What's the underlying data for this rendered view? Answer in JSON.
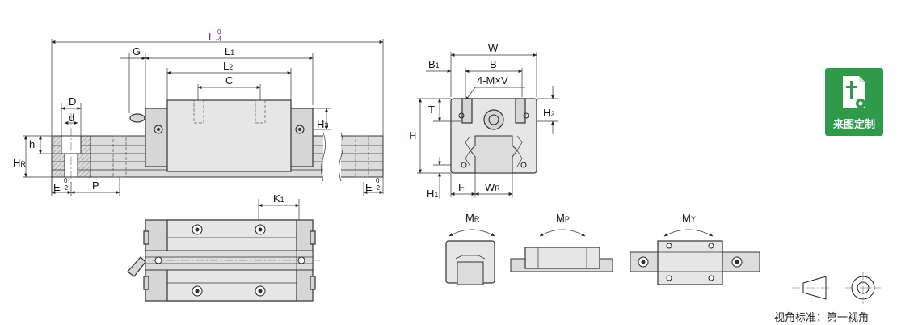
{
  "front_view": {
    "L": "L",
    "L_tol_top": "0",
    "L_tol_bot": "-4",
    "G": "G",
    "L1": "L",
    "L1_sub": "1",
    "L2": "L",
    "L2_sub": "2",
    "C": "C",
    "D": "D",
    "d": "d",
    "h": "h",
    "HR": "H",
    "HR_sub": "R",
    "H3": "H",
    "H3_sub": "3",
    "E_left": "E",
    "E_tol_top": "0",
    "E_tol_bot": "-2",
    "P": "P",
    "E_right": "E"
  },
  "end_view": {
    "W": "W",
    "B1": "B",
    "B1_sub": "1",
    "B": "B",
    "M": "4-M×V",
    "T": "T",
    "H": "H",
    "H1": "H",
    "H1_sub": "1",
    "H2": "H",
    "H2_sub": "2",
    "F": "F",
    "WR": "W",
    "WR_sub": "R"
  },
  "top_view": {
    "K1": "K",
    "K1_sub": "1"
  },
  "moments": {
    "MR": "M",
    "MR_sub": "R",
    "MP": "M",
    "MP_sub": "P",
    "MY": "M",
    "MY_sub": "Y"
  },
  "badge": {
    "label": "来图定制",
    "icon": "drawing-gear-icon",
    "color": "#2f9b4a"
  },
  "projection": {
    "caption": "视角标准：第一视角"
  }
}
